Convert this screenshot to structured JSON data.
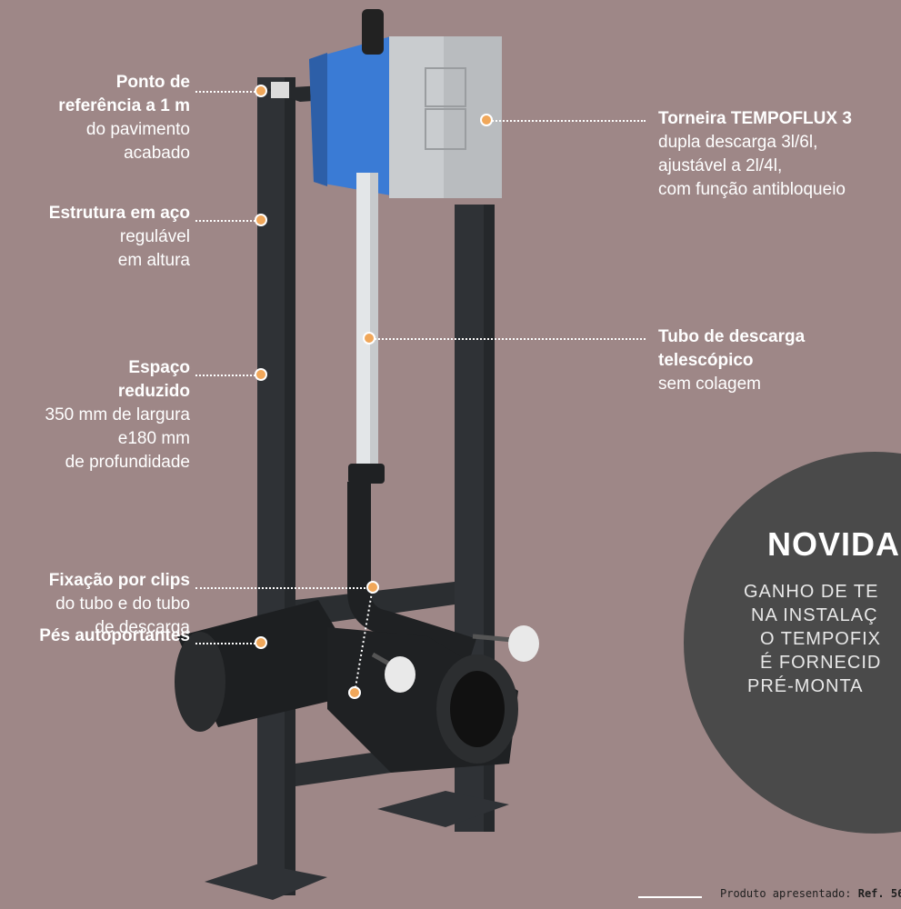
{
  "callouts": {
    "reference": {
      "title": "Ponto de referência a 1 m",
      "title_l1": "Ponto de",
      "title_l2": "referência a 1 m",
      "desc_l1": "do pavimento",
      "desc_l2": "acabado"
    },
    "structure": {
      "title": "Estrutura em aço",
      "desc_l1": "regulável",
      "desc_l2": "em altura"
    },
    "space": {
      "title_l1": "Espaço",
      "title_l2": "reduzido",
      "desc_l1": "350 mm de largura",
      "desc_l2": "e180 mm",
      "desc_l3": "de profundidade"
    },
    "clips": {
      "title": "Fixação por clips",
      "desc_l1": "do tubo e do tubo",
      "desc_l2": "de descarga"
    },
    "feet": {
      "title": "Pés autoportantes"
    },
    "tap": {
      "title": "Torneira TEMPOFLUX 3",
      "desc_l1": "dupla descarga 3l/6l,",
      "desc_l2": "ajustável a 2l/4l,",
      "desc_l3": "com função antibloqueio"
    },
    "tube": {
      "title_l1": "Tubo de descarga",
      "title_l2": "telescópico",
      "desc_l1": "sem colagem"
    }
  },
  "badge": {
    "title": "NOVIDAD",
    "line1": "GANHO DE TE",
    "line2": "NA INSTALAÇ",
    "line3": "O TEMPOFIX",
    "line4": "É FORNECID",
    "line5": "PRÉ-MONTA"
  },
  "footer": {
    "label": "Produto apresentado:",
    "ref": "Ref. 56"
  },
  "colors": {
    "background": "#9e8787",
    "accent_dot": "#f0a75a",
    "frame": "#2f3236",
    "valve_box": "#3a7bd5",
    "plate": "#b9bcbf",
    "badge": "#4a4a4a"
  }
}
